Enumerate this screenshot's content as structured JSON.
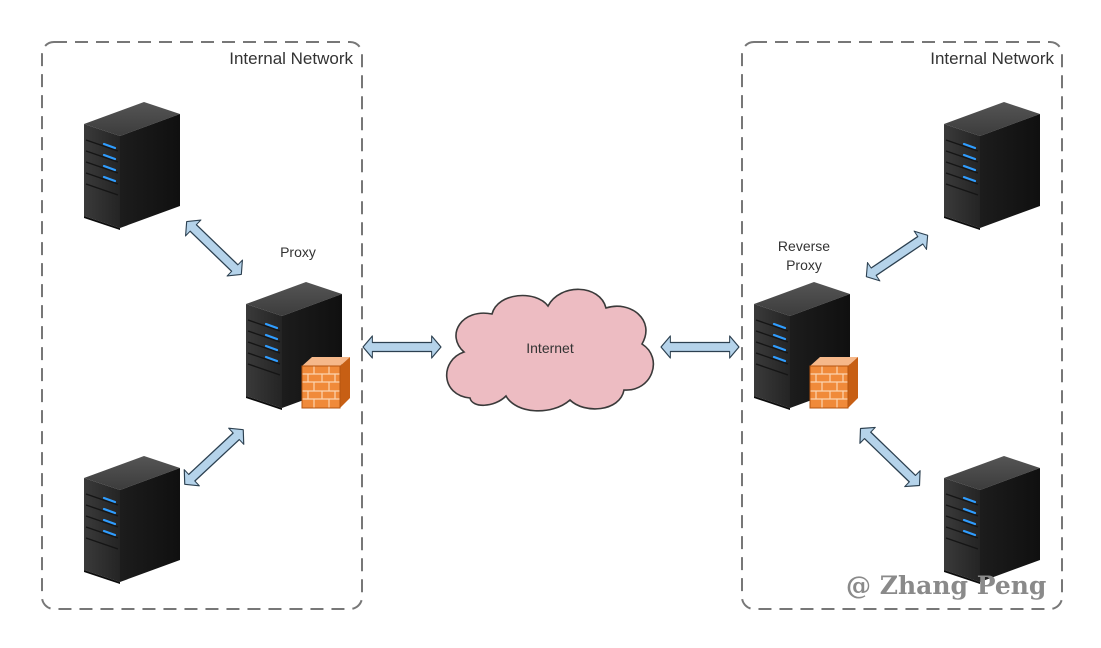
{
  "left_network": {
    "title": "Internal Network",
    "proxy_label": "Proxy"
  },
  "right_network": {
    "title": "Internal Network",
    "reverse_proxy_label_line1": "Reverse",
    "reverse_proxy_label_line2": "Proxy"
  },
  "cloud": {
    "label": "Internet"
  },
  "watermark": "@ Zhang Peng",
  "colors": {
    "boundary": "#777777",
    "arrow_fill": "#b5d3ea",
    "arrow_stroke": "#2c4050",
    "cloud_fill": "#edbcc2",
    "cloud_stroke": "#3a3a3a",
    "server_body": "#2e2e2e",
    "server_led": "#2f9dff",
    "firewall": "#f08a3a"
  }
}
